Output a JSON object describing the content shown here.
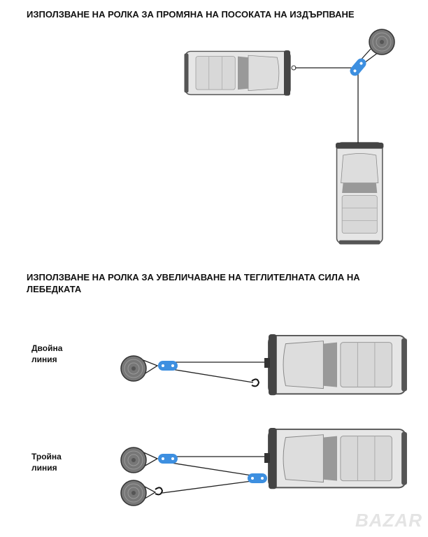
{
  "section1": {
    "title": "ИЗПОЛЗВАНЕ НА РОЛКА ЗА ПРОМЯНА НА ПОСОКАТА НА ИЗДЪРПВАНЕ"
  },
  "section2": {
    "title": "ИЗПОЛЗВАНЕ НА РОЛКА ЗА УВЕЛИЧАВАНЕ НА ТЕГЛИТЕЛНАТА СИЛА НА ЛЕБЕДКАТА",
    "double_label": "Двойна\nлиния",
    "triple_label": "Тройна\nлиния"
  },
  "watermark": "BAZAR",
  "colors": {
    "pulley": "#3d8fe0",
    "car": "#e6e6e6",
    "car_outline": "#555555",
    "line": "#222222"
  }
}
